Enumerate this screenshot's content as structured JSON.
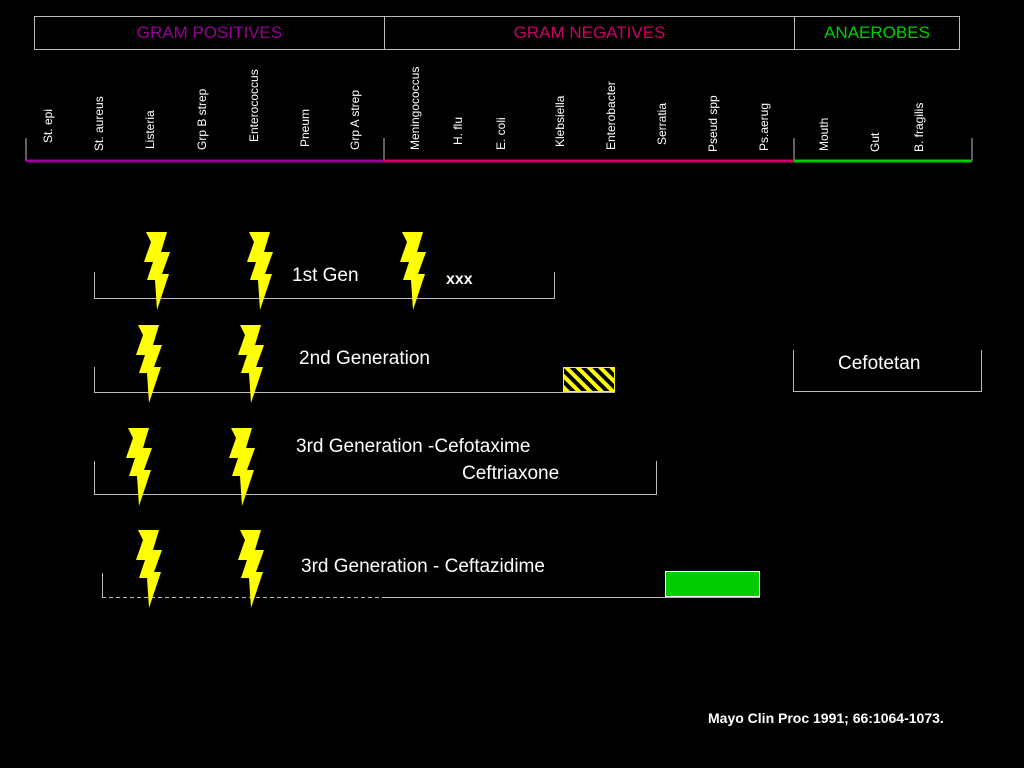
{
  "header": {
    "gram_positives": "GRAM POSITIVES",
    "gram_negatives": "GRAM NEGATIVES",
    "anaerobes": "ANAEROBES"
  },
  "colors": {
    "gram_positives": "#990099",
    "gram_negatives": "#cc0066",
    "anaerobes": "#00cc00",
    "bolt": "#ffff00",
    "ceftazidime_block": "#00cc00",
    "hatch": "#ffff00"
  },
  "organisms": {
    "positives": [
      "St. epi",
      "St. aureus",
      "Listeria",
      "Grp B strep",
      "Enterococcus",
      "Pneum",
      "Grp A strep"
    ],
    "negatives": [
      "Meningococcus",
      "H. flu",
      "E. coli",
      "Klebsiella",
      "Enterobacter",
      "Serratia",
      "Pseud spp",
      "Ps.aerug"
    ],
    "anaerobes": [
      "Mouth",
      "Gut",
      "B. fragilis"
    ]
  },
  "generations": {
    "first": {
      "label": "1st Gen",
      "note": "xxx"
    },
    "second": {
      "label": "2nd Generation",
      "cefotetan": "Cefotetan"
    },
    "third_a": {
      "label_line1": "3rd Generation -Cefotaxime",
      "label_line2": "Ceftriaxone"
    },
    "third_b": {
      "label": "3rd Generation - Ceftazidime"
    }
  },
  "icons": {
    "gap": "lightning-bolt-icon"
  },
  "citation": "Mayo Clin Proc 1991; 66:1064-1073."
}
